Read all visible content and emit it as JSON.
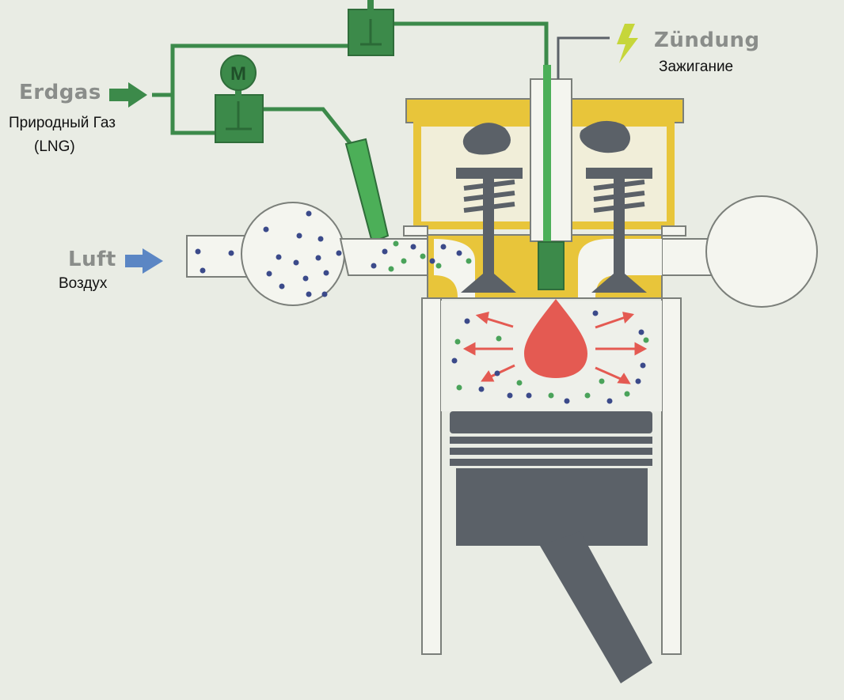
{
  "labels": {
    "erdgas": "Erdgas",
    "natural_gas": "Природный Газ",
    "lng": "(LNG)",
    "luft": "Luft",
    "air": "Воздух",
    "zuendung": "Zündung",
    "ignition": "Зажигание",
    "motor_mark": "M"
  },
  "colors": {
    "background": "#e9ece4",
    "gas": "#3c8a4a",
    "gas_light": "#4caf58",
    "head": "#e8c53a",
    "metal": "#5b6168",
    "flame": "#e45a52",
    "air_arrow": "#5b86c4",
    "air_particle": "#3b4a8a",
    "gas_particle": "#4aa35a",
    "spark": "#c6d63a"
  },
  "icons": [
    "erdgas-arrow-icon",
    "luft-arrow-icon",
    "spark-icon",
    "motor-icon"
  ]
}
